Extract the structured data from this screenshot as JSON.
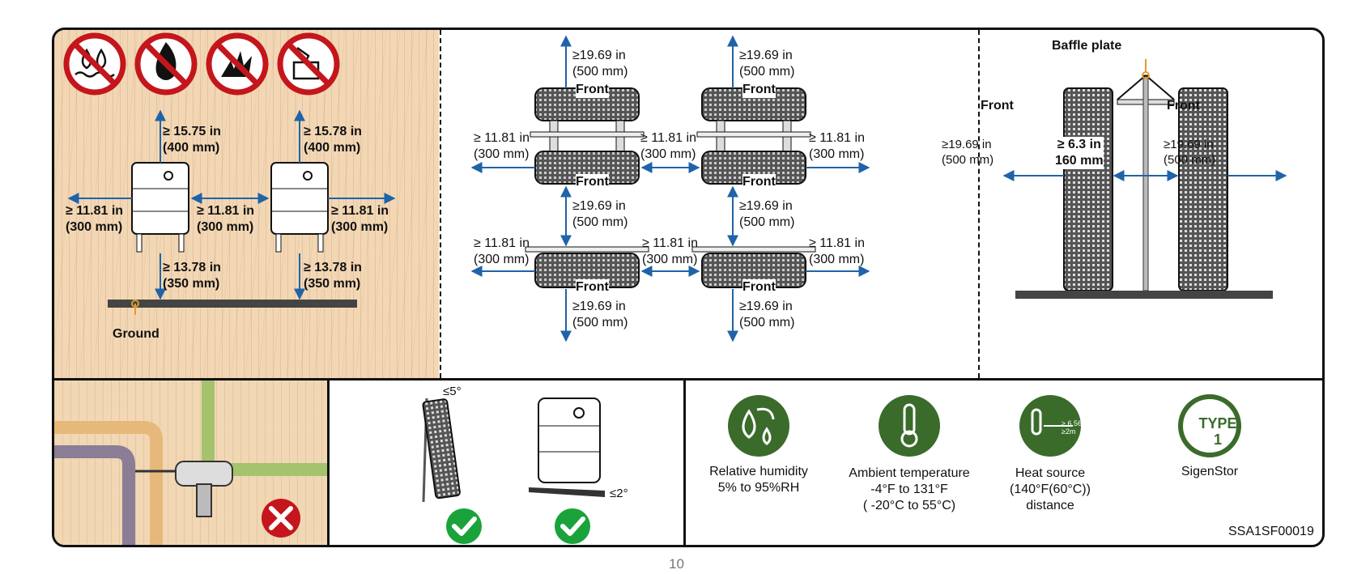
{
  "page_number": "10",
  "doc_code": "SSA1SF00019",
  "panel_spacing_single": {
    "top_left": [
      "≥ 15.75 in",
      "(400 mm)"
    ],
    "top_right": [
      "≥ 15.78 in",
      "(400 mm)"
    ],
    "left": [
      "≥ 11.81 in",
      "(300 mm)"
    ],
    "middle": [
      "≥ 11.81 in",
      "(300 mm)"
    ],
    "right": [
      "≥ 11.81 in",
      "(300 mm)"
    ],
    "bottom_left": [
      "≥ 13.78 in",
      "(350 mm)"
    ],
    "bottom_right": [
      "≥ 13.78 in",
      "(350 mm)"
    ],
    "ground_label": "Ground"
  },
  "panel_spacing_stack": {
    "up_label": [
      "≥19.69 in",
      "(500 mm)"
    ],
    "side_label": [
      "≥ 11.81 in",
      "(300 mm)"
    ],
    "front_label": "Front"
  },
  "panel_back_to_back": {
    "baffle_label": "Baffle plate",
    "front_left": "Front",
    "front_right": "Front",
    "left_gap": [
      "≥19.69 in",
      "(500 mm)"
    ],
    "center_gap": [
      "≥ 6.3 in",
      "160 mm"
    ],
    "right_gap": [
      "≥19.69 in",
      "(500 mm)"
    ]
  },
  "tilt": {
    "wall_angle": "≤5°",
    "floor_angle": "≤2°"
  },
  "conditions": [
    {
      "icon": "humidity-icon",
      "lines": [
        "Relative humidity",
        "5% to 95%RH"
      ]
    },
    {
      "icon": "thermometer-icon",
      "lines": [
        "Ambient temperature",
        "-4°F to 131°F",
        "( -20°C to 55°C)"
      ]
    },
    {
      "icon": "heat-source-icon",
      "lines": [
        "Heat source",
        "(140°F(60°C))",
        "distance"
      ],
      "badge": [
        "≥ 6.56 ft",
        "≥2m"
      ]
    },
    {
      "icon": "type1-icon",
      "lines": [
        "SigenStor"
      ],
      "badge": [
        "TYPE",
        "1"
      ]
    }
  ],
  "colors": {
    "arrow": "#1f63a8",
    "green": "#3a6b2b",
    "red": "#c4161c",
    "check": "#1aa33b"
  }
}
